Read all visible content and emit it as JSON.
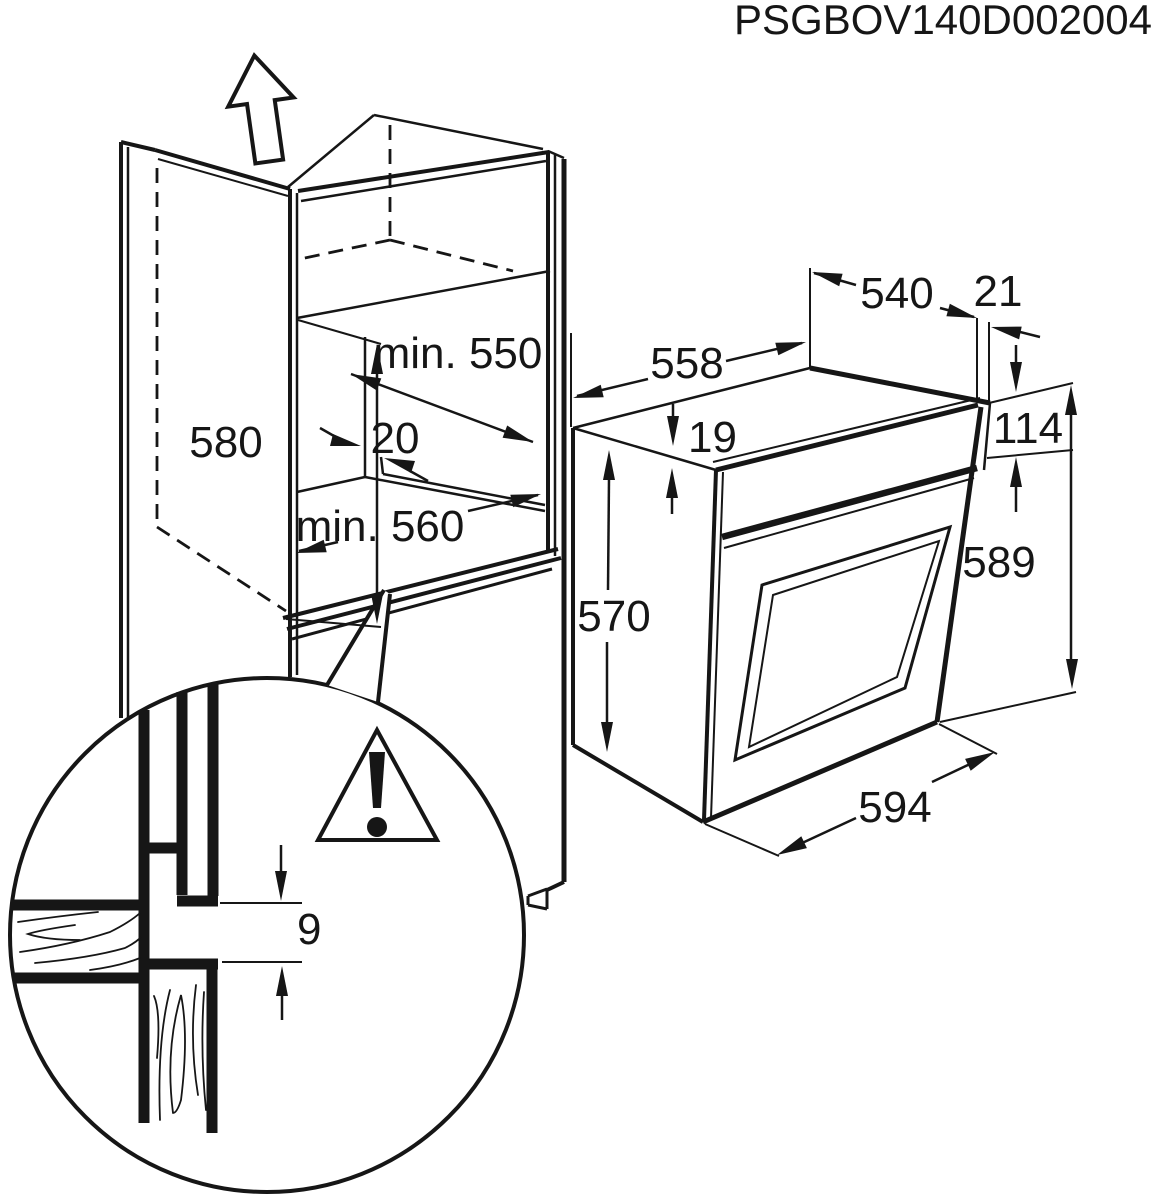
{
  "meta": {
    "drawing_code": "PSGBOV140D002004",
    "type": "built-in oven installation dimensions diagram"
  },
  "colors": {
    "ink": "#161616",
    "paper": "#ffffff"
  },
  "icons": {
    "up_arrow": "removal-direction-arrow",
    "warning": "warning-triangle-exclamation"
  },
  "cabinet": {
    "dims": {
      "niche_height": {
        "label": "580"
      },
      "niche_depth": {
        "label": "min. 550"
      },
      "back_gap": {
        "label": "20"
      },
      "niche_width": {
        "label": "min. 560"
      }
    }
  },
  "oven": {
    "dims": {
      "top_width": {
        "label": "558"
      },
      "depth": {
        "label": "540"
      },
      "front_lip": {
        "label": "21"
      },
      "top_clearance": {
        "label": "19"
      },
      "panel_height": {
        "label": "114"
      },
      "front_height": {
        "label": "589"
      },
      "carcass_height": {
        "label": "570"
      },
      "front_width": {
        "label": "594"
      }
    }
  },
  "detail": {
    "dims": {
      "vent_gap": {
        "label": "9"
      }
    }
  }
}
